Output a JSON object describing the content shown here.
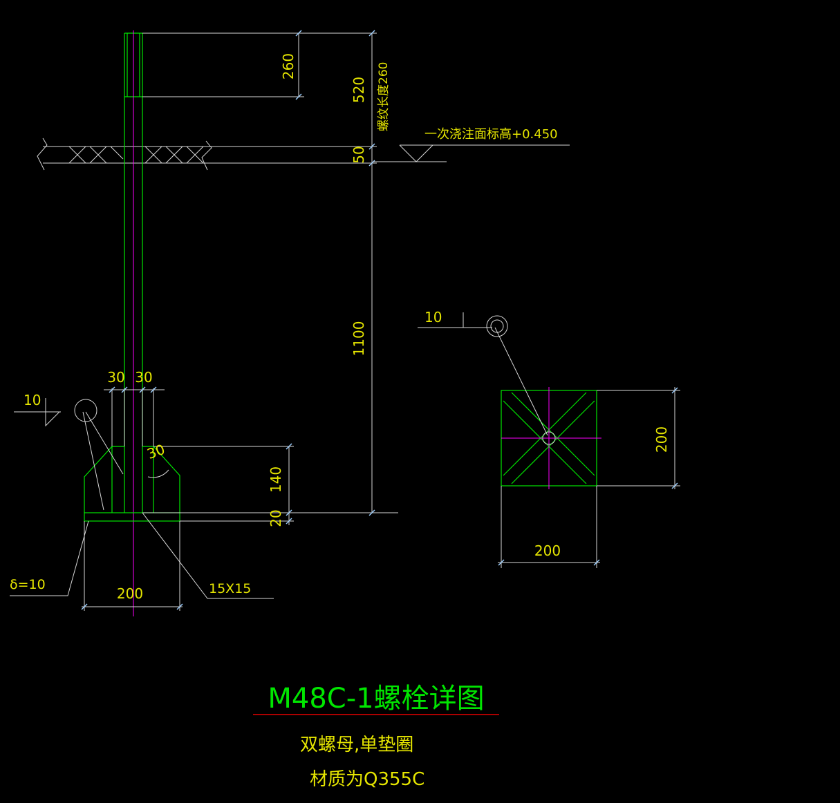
{
  "colors": {
    "background": "#000000",
    "outline": "#00e600",
    "dimension": "#d8d8d8",
    "text": "#e6e600",
    "centerline": "#ff00ff",
    "title_underline": "#e60000",
    "leader": "#ffffff"
  },
  "dimensions": {
    "thread_260": "260",
    "total_520": "520",
    "grout_50": "50",
    "embed_1100": "1100",
    "stiffener_140": "140",
    "plate_20": "20",
    "width_30_left": "30",
    "width_30_right": "30",
    "angle_30": "30",
    "plate_width_200": "200",
    "plan_width_200": "200",
    "plan_height_200": "200"
  },
  "annotations": {
    "thread_length": "螺纹长度260",
    "grout_level": "一次浇注面标高+0.450",
    "weld_size_left": "10",
    "weld_size_plan": "10",
    "plate_thickness": "δ=10",
    "fillet": "15X15"
  },
  "title": {
    "main": "M48C-1螺栓详图",
    "note_1": "双螺母,单垫圈",
    "note_2": "材质为Q355C"
  }
}
